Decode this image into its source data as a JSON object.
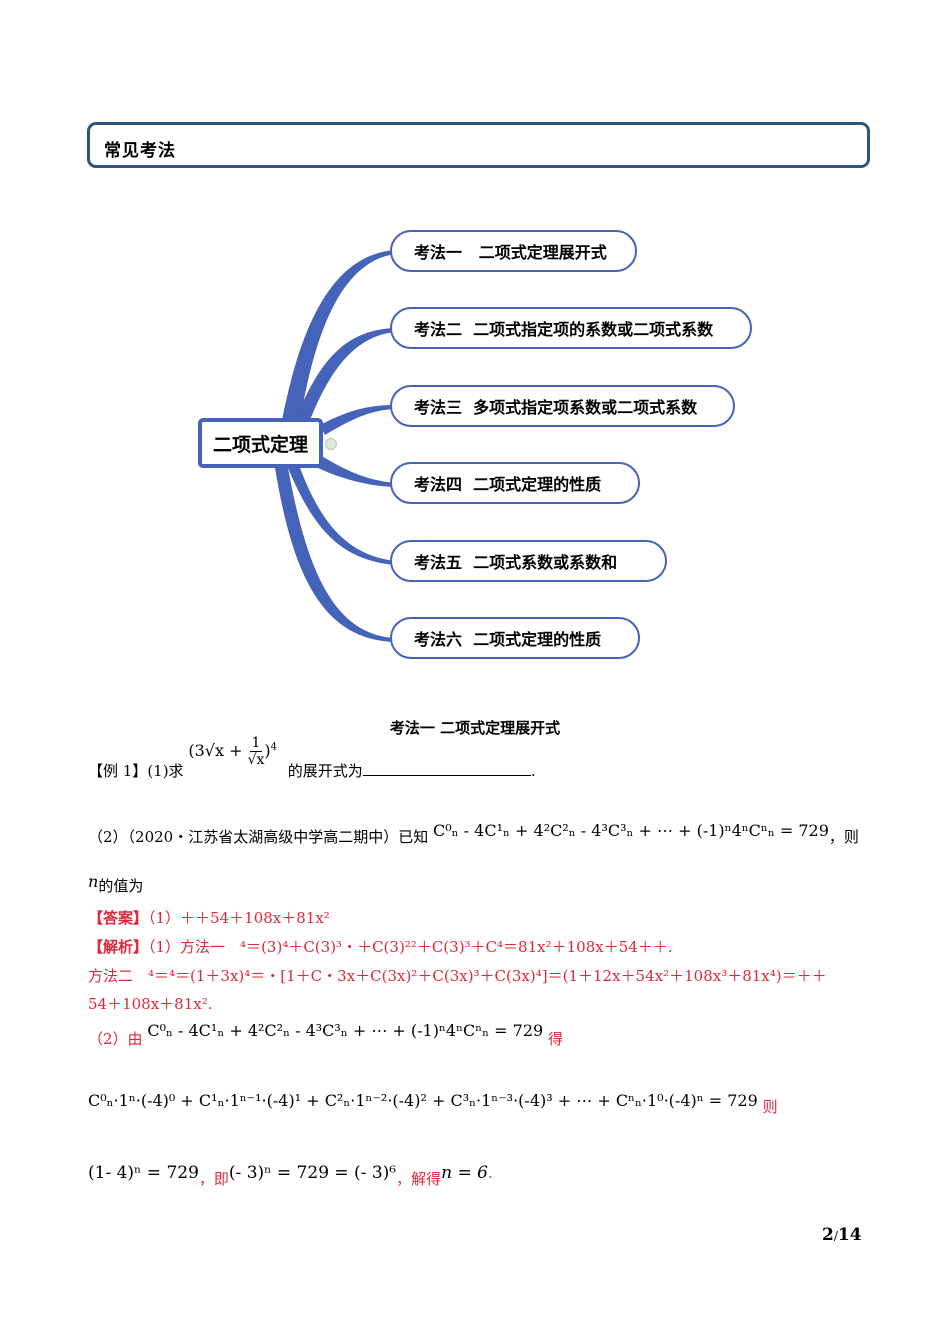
{
  "section": {
    "title": "常见考法"
  },
  "mindmap": {
    "root": "二项式定理",
    "branches": [
      {
        "label": "考法一   二项式定理展开式"
      },
      {
        "label": "考法二  二项式指定项的系数或二项式系数"
      },
      {
        "label": "考法三  多项式指定项系数或二项式系数"
      },
      {
        "label": "考法四  二项式定理的性质"
      },
      {
        "label": "考法五  二项式系数或系数和"
      },
      {
        "label": "考法六  二项式定理的性质"
      }
    ],
    "colors": {
      "branch": "#4563b8",
      "root_border": "#4563b8"
    }
  },
  "heading": "考法一  二项式定理展开式",
  "example": {
    "label": "【例 1】",
    "part1_prefix": "(1)求",
    "part1_expr_pre": "(3√x + ",
    "part1_frac_num": "1",
    "part1_frac_den": "√x",
    "part1_expr_post": ")",
    "part1_exp": "4",
    "part1_suffix": "的展开式为",
    "part1_end": ".",
    "part2_prefix": "（2）（2020・江苏省太湖高级中学高二期中）已知",
    "part2_expr": "C⁰ₙ - 4C¹ₙ + 4²C²ₙ - 4³C³ₙ + ⋯ + (-1)ⁿ4ⁿCⁿₙ = 729",
    "part2_suffix": "，则",
    "part2_line2_var": "n",
    "part2_line2": "的值为"
  },
  "answer": {
    "label": "【答案】",
    "text": "（1）＋＋54＋108x＋81x²"
  },
  "analysis": {
    "label": "【解析】",
    "line1": "（1）方法一　⁴＝(3)⁴＋C(3)³・＋C(3)²²＋C(3)³＋C⁴＝81x²＋108x＋54＋＋.",
    "line2": "方法二　⁴＝⁴＝(1＋3x)⁴＝・[1＋C・3x＋C(3x)²＋C(3x)³＋C(3x)⁴]＝(1＋12x＋54x²＋108x³＋81x⁴)＝＋＋",
    "line3": "54＋108x＋81x².",
    "line4_prefix": "（2）由",
    "line4_expr": "C⁰ₙ - 4C¹ₙ + 4²C²ₙ - 4³C³ₙ + ⋯ + (-1)ⁿ4ⁿCⁿₙ = 729",
    "line4_suffix": "得",
    "line5_expr": "C⁰ₙ·1ⁿ·(-4)⁰ + C¹ₙ·1ⁿ⁻¹·(-4)¹ + C²ₙ·1ⁿ⁻²·(-4)² + C³ₙ·1ⁿ⁻³·(-4)³ + ⋯ + Cⁿₙ·1⁰·(-4)ⁿ = 729",
    "line5_suffix": "则",
    "line6_expr1": "(1- 4)ⁿ = 729",
    "line6_sep1": "，即",
    "line6_expr2": "(- 3)ⁿ = 729 = (- 3)⁶",
    "line6_sep2": "，解得",
    "line6_expr3": "n = 6",
    "line6_end": "."
  },
  "footer": {
    "page": "2",
    "sep": "/",
    "total": "14"
  }
}
